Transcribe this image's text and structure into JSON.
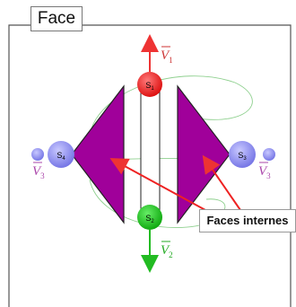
{
  "frame": {
    "title": "Face"
  },
  "callout": {
    "text": "Faces internes"
  },
  "nodes": {
    "s1": "S",
    "s1_sub": "1",
    "s2": "S",
    "s2_sub": "2",
    "s3": "S",
    "s3_sub": "3",
    "s4": "S",
    "s4_sub": "4"
  },
  "vectors": {
    "v1": "V",
    "v1_sub": "1",
    "v2": "V",
    "v2_sub": "2",
    "v3_left": "V",
    "v3_left_sub": "3",
    "v3_right": "V",
    "v3_right_sub": "3"
  },
  "colors": {
    "face": "#a0009a",
    "red": "#ee2222",
    "green": "#11bb11",
    "blue_node": "#8888ee",
    "vector_v1": "#cc3333",
    "vector_v2": "#22aa22",
    "vector_v3": "#aa44aa"
  }
}
